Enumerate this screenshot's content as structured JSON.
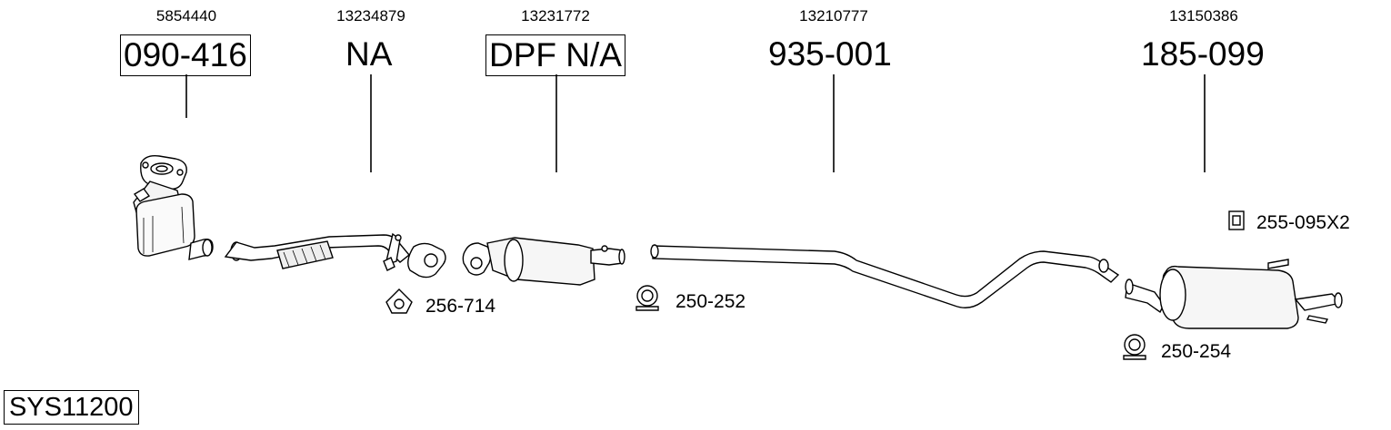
{
  "system_number": "SYS11200",
  "parts": [
    {
      "oem": "5854440",
      "part_number": "090-416",
      "boxed": true
    },
    {
      "oem": "13234879",
      "part_number": "NA",
      "boxed": false
    },
    {
      "oem": "13231772",
      "part_number": "DPF N/A",
      "boxed": true
    },
    {
      "oem": "13210777",
      "part_number": "935-001",
      "boxed": false
    },
    {
      "oem": "13150386",
      "part_number": "185-099",
      "boxed": false
    }
  ],
  "accessories": [
    {
      "label": "256-714",
      "icon": "gasket-icon"
    },
    {
      "label": "250-252",
      "icon": "clamp-icon"
    },
    {
      "label": "250-254",
      "icon": "clamp-icon"
    },
    {
      "label": "255-095X2",
      "icon": "rubber-mount-icon"
    }
  ]
}
